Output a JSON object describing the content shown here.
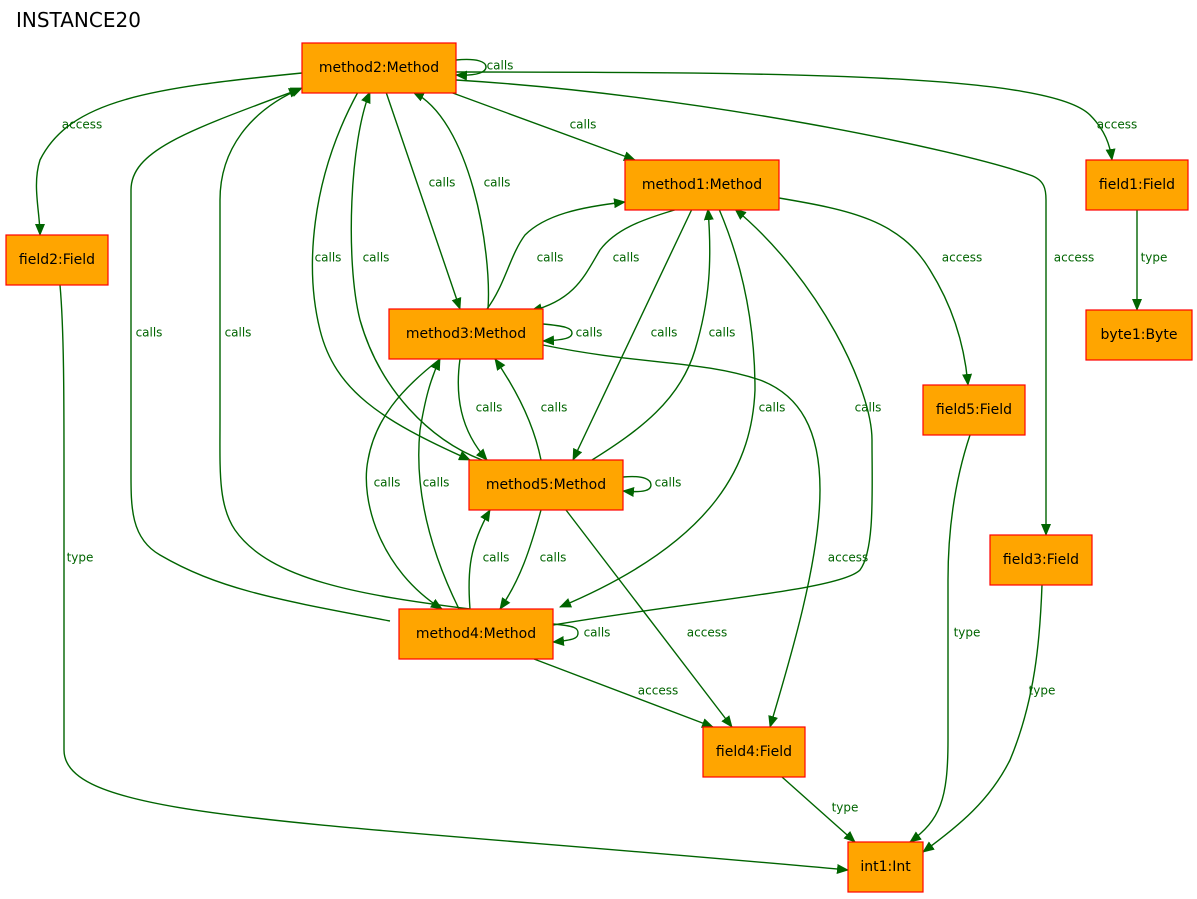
{
  "title": "INSTANCE20",
  "colors": {
    "node_fill": "#ffa500",
    "node_border": "#ff0000",
    "edge": "#006400",
    "label": "#006400"
  },
  "nodes": [
    {
      "id": "method2",
      "label": "method2:Method"
    },
    {
      "id": "method1",
      "label": "method1:Method"
    },
    {
      "id": "method3",
      "label": "method3:Method"
    },
    {
      "id": "method5",
      "label": "method5:Method"
    },
    {
      "id": "method4",
      "label": "method4:Method"
    },
    {
      "id": "field1",
      "label": "field1:Field"
    },
    {
      "id": "field2",
      "label": "field2:Field"
    },
    {
      "id": "field3",
      "label": "field3:Field"
    },
    {
      "id": "field4",
      "label": "field4:Field"
    },
    {
      "id": "field5",
      "label": "field5:Field"
    },
    {
      "id": "byte1",
      "label": "byte1:Byte"
    },
    {
      "id": "int1",
      "label": "int1:Int"
    }
  ],
  "edges": [
    {
      "from": "method2",
      "to": "method2",
      "label": "calls"
    },
    {
      "from": "method2",
      "to": "field2",
      "label": "access"
    },
    {
      "from": "method2",
      "to": "field1",
      "label": "access"
    },
    {
      "from": "method2",
      "to": "method1",
      "label": "calls"
    },
    {
      "from": "method2",
      "to": "method3",
      "label": "calls"
    },
    {
      "from": "method3",
      "to": "method2",
      "label": "calls"
    },
    {
      "from": "method2",
      "to": "method5",
      "label": "calls"
    },
    {
      "from": "method5",
      "to": "method2",
      "label": "calls"
    },
    {
      "from": "method4",
      "to": "method2",
      "label": "calls"
    },
    {
      "from": "method4",
      "to": "method2",
      "label": "calls"
    },
    {
      "from": "method2",
      "to": "field3",
      "label": "access"
    },
    {
      "from": "method1",
      "to": "field5",
      "label": "access"
    },
    {
      "from": "method3",
      "to": "method1",
      "label": "calls"
    },
    {
      "from": "method1",
      "to": "method3",
      "label": "calls"
    },
    {
      "from": "method1",
      "to": "method5",
      "label": "calls"
    },
    {
      "from": "method5",
      "to": "method1",
      "label": "calls"
    },
    {
      "from": "method1",
      "to": "method4",
      "label": "calls"
    },
    {
      "from": "method4",
      "to": "method1",
      "label": "calls"
    },
    {
      "from": "method3",
      "to": "method3",
      "label": "calls"
    },
    {
      "from": "method3",
      "to": "method5",
      "label": "calls"
    },
    {
      "from": "method5",
      "to": "method3",
      "label": "calls"
    },
    {
      "from": "method3",
      "to": "method4",
      "label": "calls"
    },
    {
      "from": "method4",
      "to": "method3",
      "label": "calls"
    },
    {
      "from": "method3",
      "to": "field4",
      "label": "access"
    },
    {
      "from": "method5",
      "to": "method5",
      "label": "calls"
    },
    {
      "from": "method4",
      "to": "method5",
      "label": "calls"
    },
    {
      "from": "method5",
      "to": "method4",
      "label": "calls"
    },
    {
      "from": "method5",
      "to": "field4",
      "label": "access"
    },
    {
      "from": "method4",
      "to": "method4",
      "label": "calls"
    },
    {
      "from": "method4",
      "to": "field4",
      "label": "access"
    },
    {
      "from": "field1",
      "to": "byte1",
      "label": "type"
    },
    {
      "from": "field2",
      "to": "int1",
      "label": "type"
    },
    {
      "from": "field5",
      "to": "int1",
      "label": "type"
    },
    {
      "from": "field3",
      "to": "int1",
      "label": "type"
    },
    {
      "from": "field4",
      "to": "int1",
      "label": "type"
    }
  ]
}
